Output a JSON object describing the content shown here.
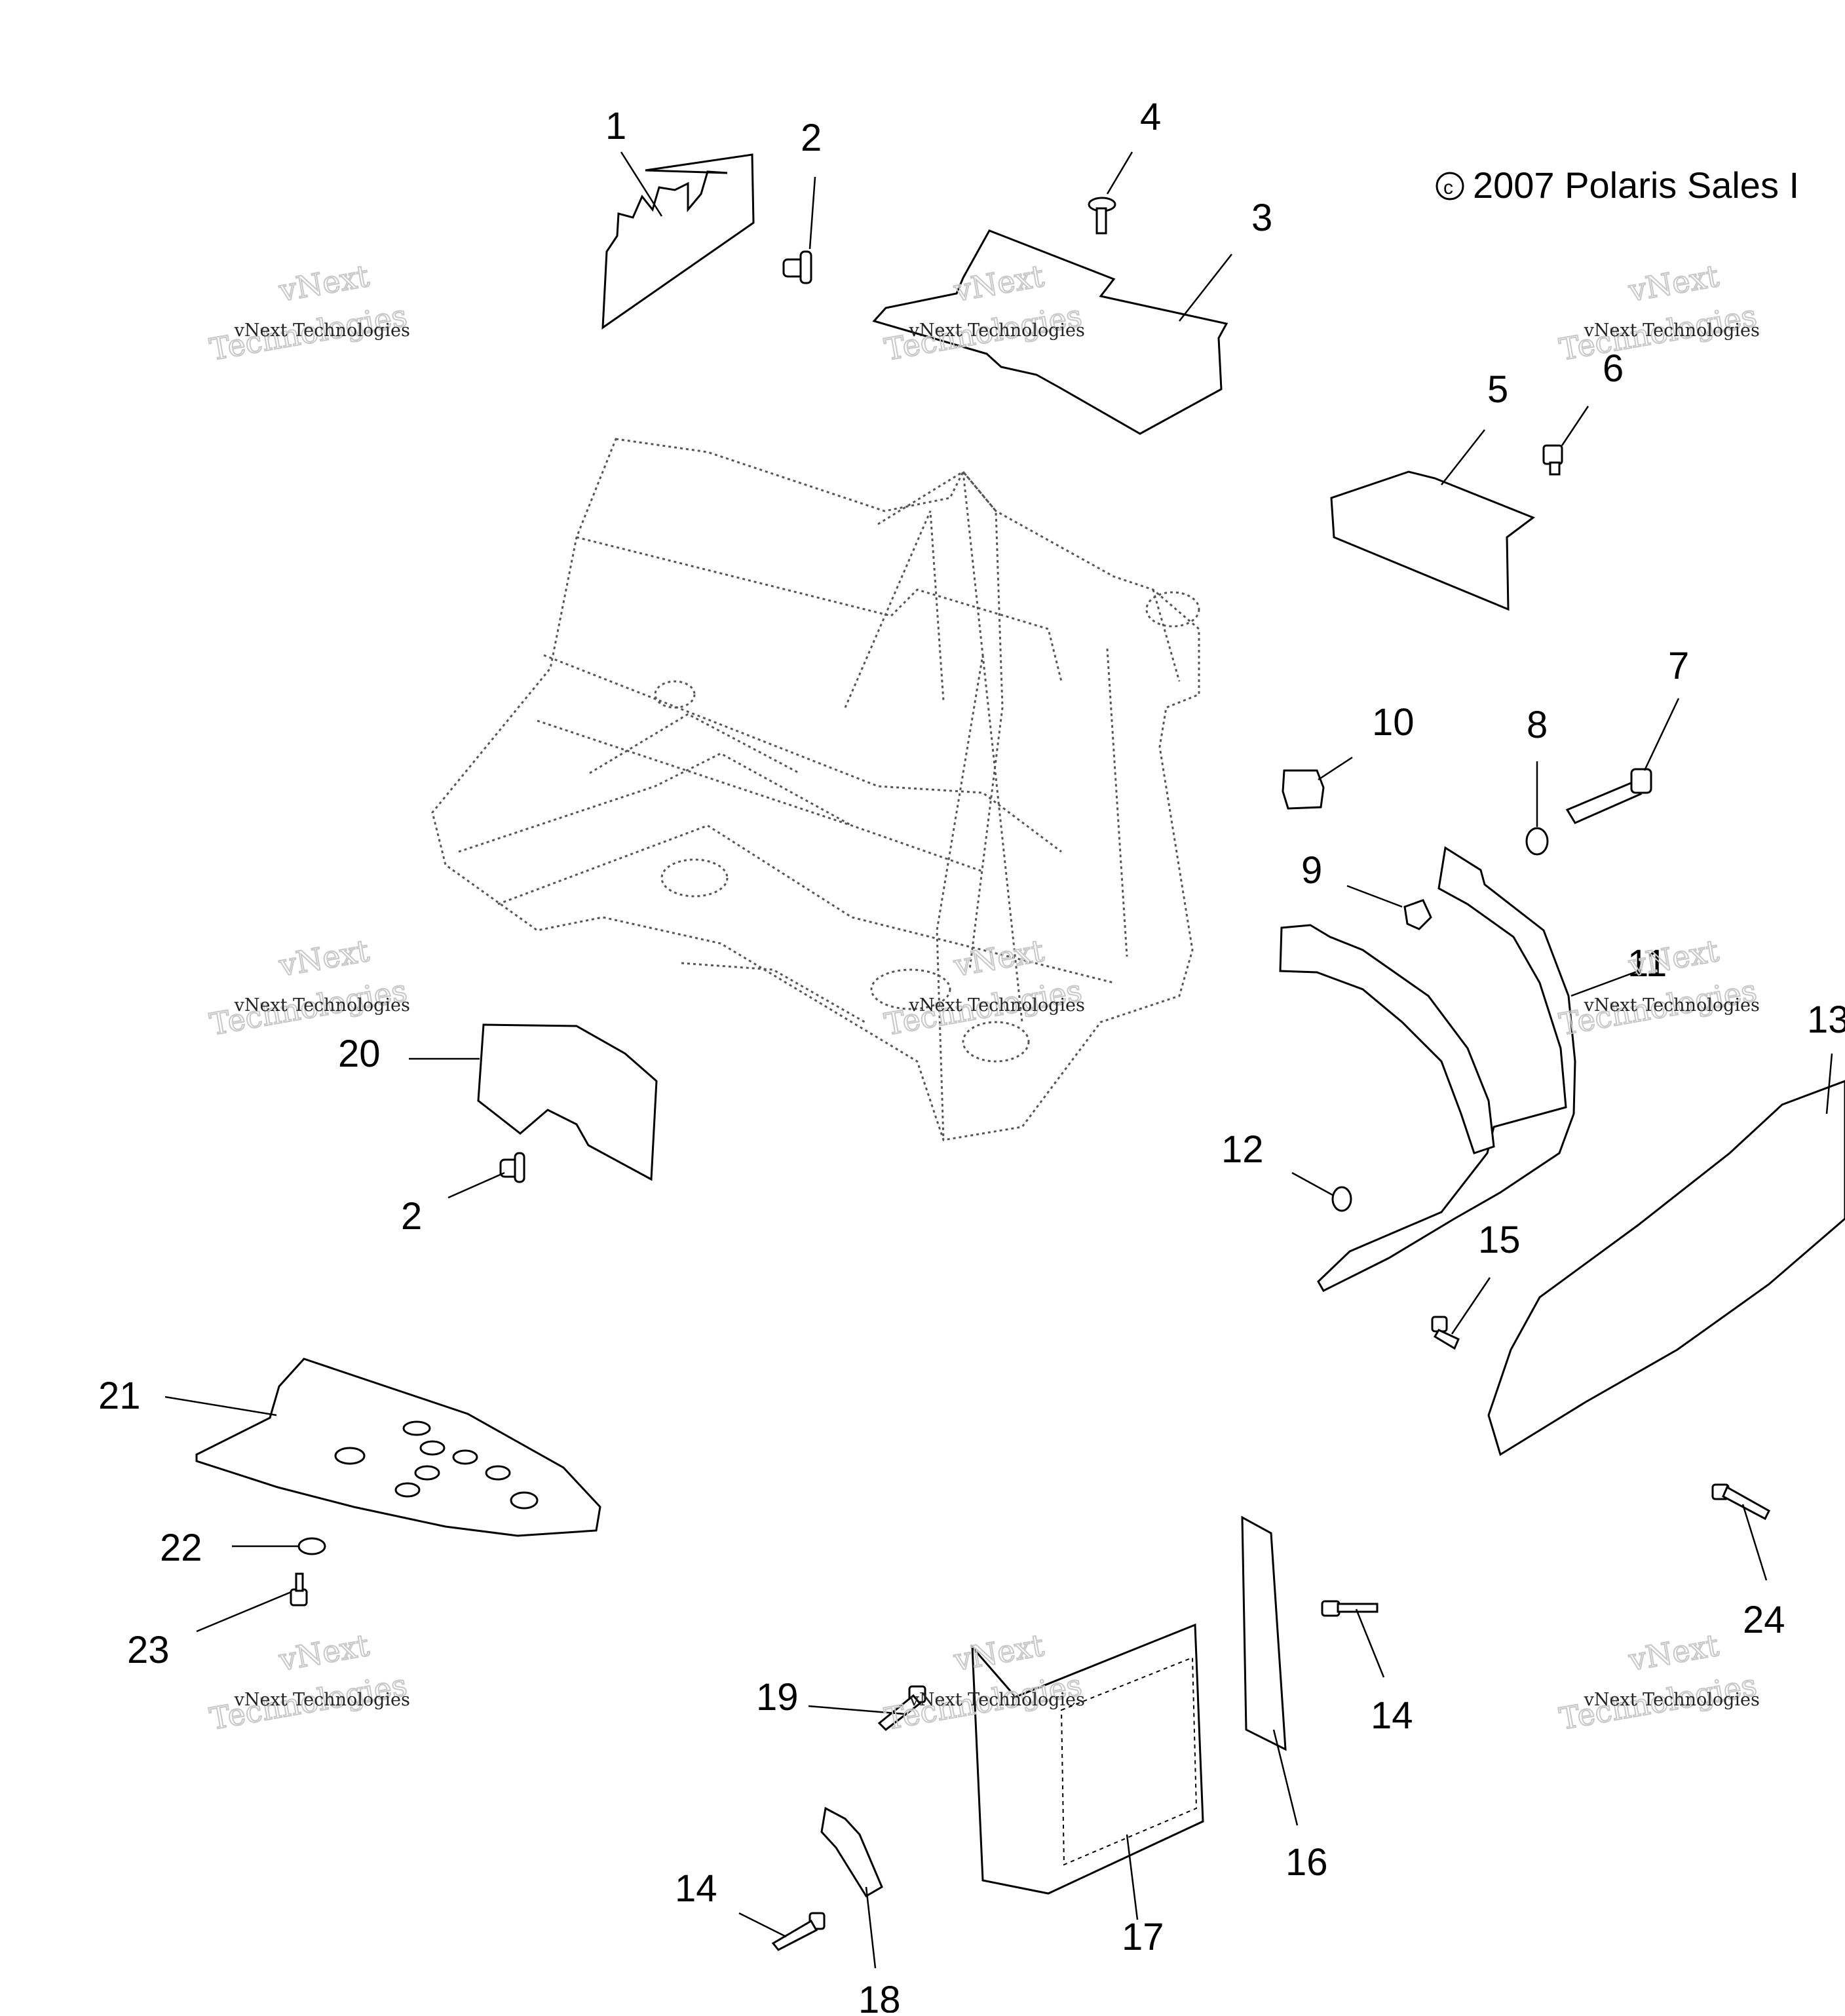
{
  "copyright": "2007 Polaris Sales I",
  "watermark": {
    "big": "vNext",
    "big2": "Technologies",
    "small": "vNext Technologies"
  },
  "callouts": [
    "1",
    "2",
    "3",
    "4",
    "5",
    "6",
    "7",
    "8",
    "9",
    "10",
    "11",
    "12",
    "13",
    "14",
    "15",
    "16",
    "17",
    "18",
    "19",
    "20",
    "2",
    "21",
    "22",
    "23",
    "24",
    "14"
  ]
}
